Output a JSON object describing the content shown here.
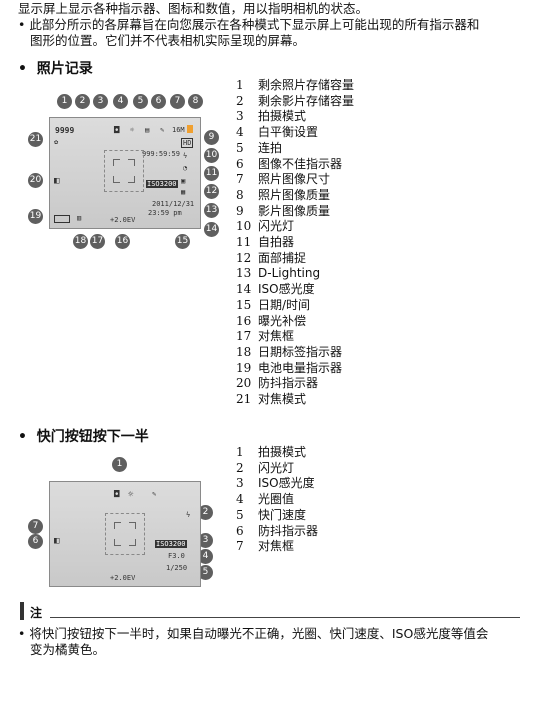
{
  "intro": {
    "line1": "显示屏上显示各种指示器、图标和数值，用以指明相机的状态。",
    "line2": "此部分所示的各屏幕旨在向您展示在各种模式下显示屏上可能出现的所有指示器和",
    "line3": "图形的位置。它们并不代表相机实际呈现的屏幕。"
  },
  "photo_section": {
    "title": "照片记录",
    "screen_values": {
      "remaining_photos": "9999",
      "movie_time": "999:59:59",
      "iso": "ISO3200",
      "date": "2011/12/31",
      "time": "23:59 pm",
      "exposure": "+2.0EV",
      "quality": "Fine",
      "size": "16M"
    },
    "callouts": [
      "1",
      "2",
      "3",
      "4",
      "5",
      "6",
      "7",
      "8",
      "9",
      "10",
      "11",
      "12",
      "13",
      "14",
      "15",
      "16",
      "17",
      "18",
      "19",
      "20",
      "21"
    ],
    "items": [
      {
        "num": "1",
        "label": "剩余照片存储容量"
      },
      {
        "num": "2",
        "label": "剩余影片存储容量"
      },
      {
        "num": "3",
        "label": "拍摄模式"
      },
      {
        "num": "4",
        "label": "白平衡设置"
      },
      {
        "num": "5",
        "label": "连拍"
      },
      {
        "num": "6",
        "label": "图像不佳指示器"
      },
      {
        "num": "7",
        "label": "照片图像尺寸"
      },
      {
        "num": "8",
        "label": "照片图像质量"
      },
      {
        "num": "9",
        "label": "影片图像质量"
      },
      {
        "num": "10",
        "label": "闪光灯"
      },
      {
        "num": "11",
        "label": "自拍器"
      },
      {
        "num": "12",
        "label": "面部捕捉"
      },
      {
        "num": "13",
        "label": "D-Lighting"
      },
      {
        "num": "14",
        "label": "ISO感光度"
      },
      {
        "num": "15",
        "label": "日期/时间"
      },
      {
        "num": "16",
        "label": "曝光补偿"
      },
      {
        "num": "17",
        "label": "对焦框"
      },
      {
        "num": "18",
        "label": "日期标签指示器"
      },
      {
        "num": "19",
        "label": "电池电量指示器"
      },
      {
        "num": "20",
        "label": "防抖指示器"
      },
      {
        "num": "21",
        "label": "对焦模式"
      }
    ]
  },
  "shutter_section": {
    "title": "快门按钮按下一半",
    "screen_values": {
      "iso": "ISO3200",
      "aperture": "F3.0",
      "shutter": "1/250",
      "exposure": "+2.0EV"
    },
    "callouts": [
      "1",
      "2",
      "3",
      "4",
      "5",
      "6",
      "7"
    ],
    "items": [
      {
        "num": "1",
        "label": "拍摄模式"
      },
      {
        "num": "2",
        "label": "闪光灯"
      },
      {
        "num": "3",
        "label": "ISO感光度"
      },
      {
        "num": "4",
        "label": "光圈值"
      },
      {
        "num": "5",
        "label": "快门速度"
      },
      {
        "num": "6",
        "label": "防抖指示器"
      },
      {
        "num": "7",
        "label": "对焦框"
      }
    ]
  },
  "note": {
    "heading": "注",
    "text1": "将快门按钮按下一半时，如果自动曝光不正确，光圈、快门速度、ISO感光度等值会",
    "text2": "变为橘黄色。"
  }
}
